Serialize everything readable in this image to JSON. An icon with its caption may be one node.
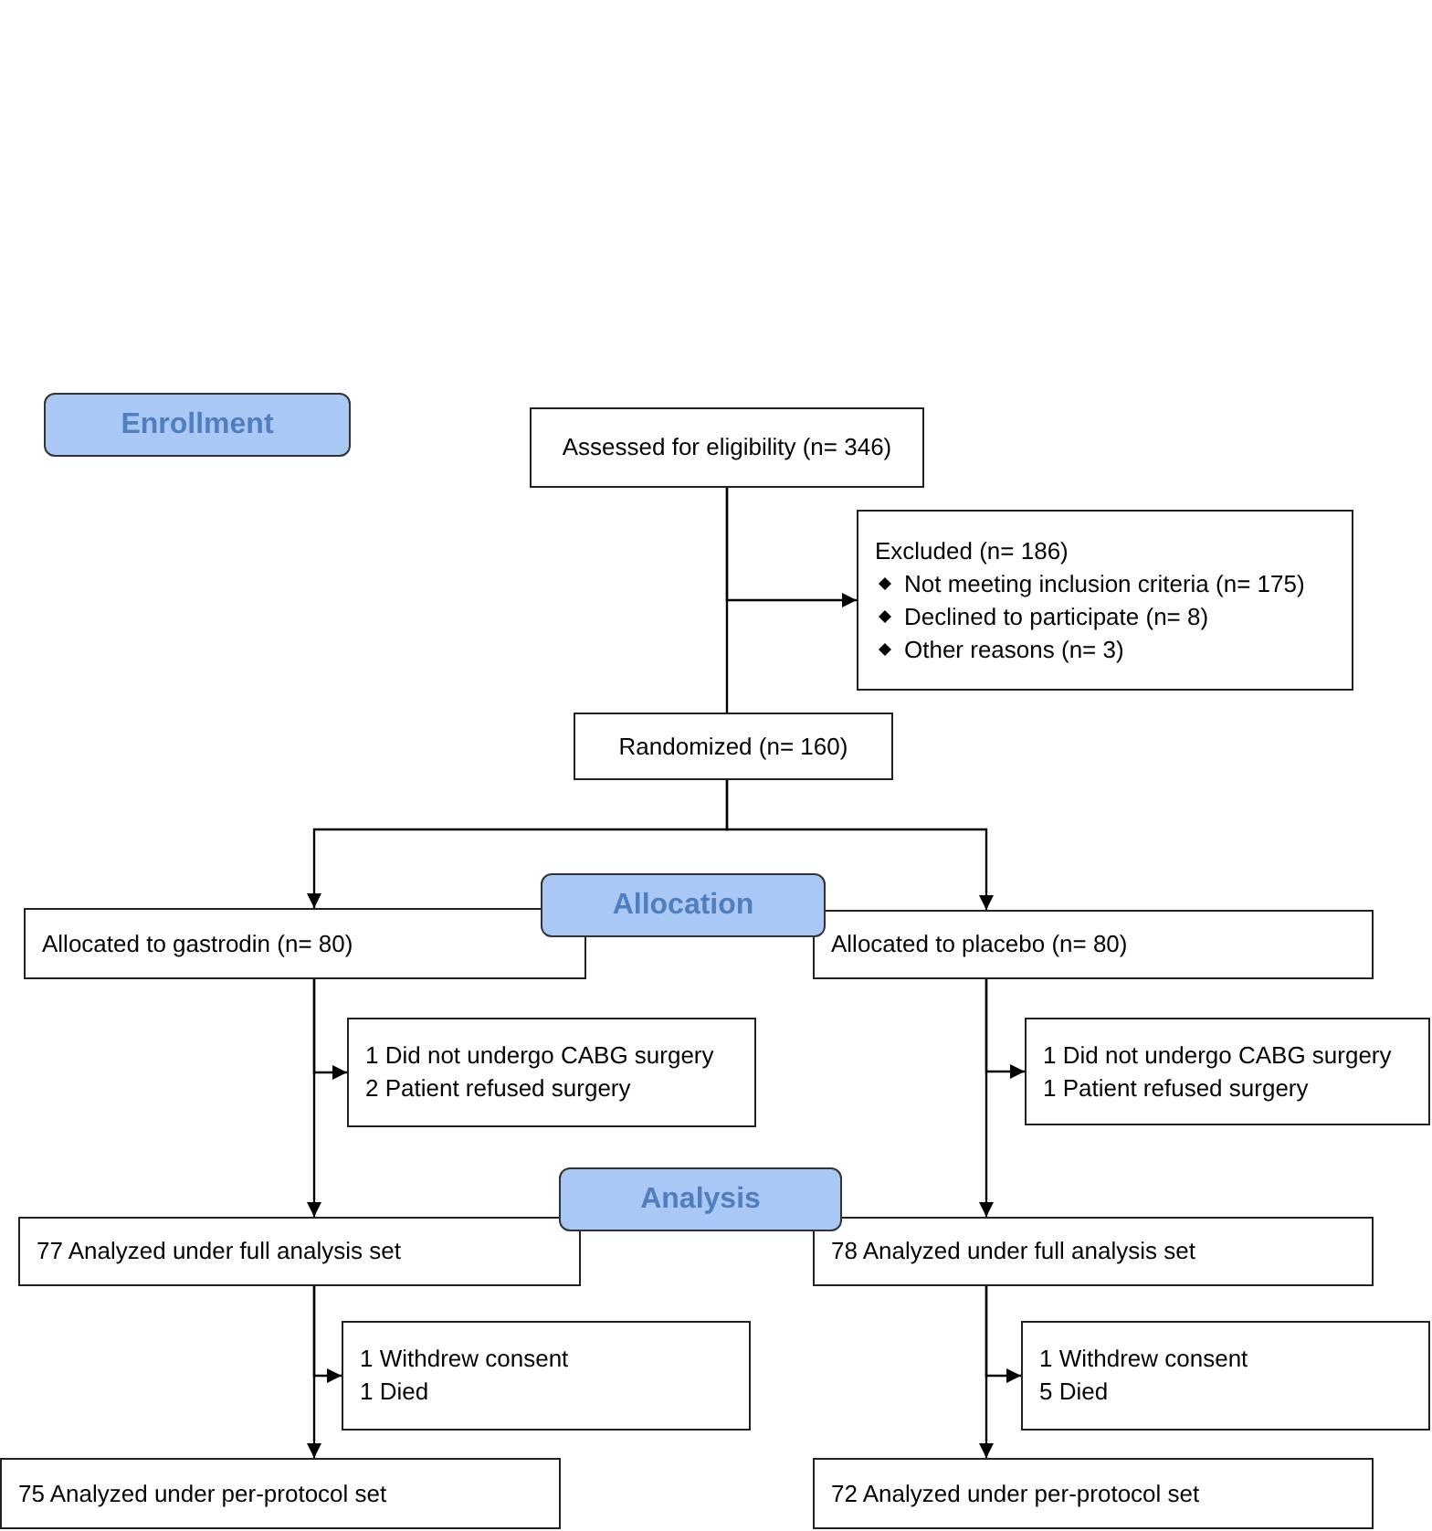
{
  "diagram": {
    "nodes": [
      {
        "text": [
          "Enrollment"
        ]
      },
      {
        "text": [
          "Assessed for eligibility (n= 346)"
        ]
      },
      {
        "text": [
          "Excluded (n= 186)",
          "Not meeting inclusion criteria (n= 175)",
          "Declined to participate (n= 8)",
          "Other reasons (n= 3)"
        ]
      },
      {
        "text": [
          "Randomized (n= 160)"
        ]
      },
      {
        "text": [
          "Allocation"
        ]
      },
      {
        "text": [
          "Allocated to gastrodin (n= 80)"
        ]
      },
      {
        "text": [
          "Allocated to placebo (n= 80)"
        ]
      },
      {
        "text": [
          "1 Did not undergo CABG surgery",
          "2 Patient refused surgery"
        ]
      },
      {
        "text": [
          "1 Did not undergo CABG surgery",
          "1 Patient refused surgery"
        ]
      },
      {
        "text": [
          "Analysis"
        ]
      },
      {
        "text": [
          "77 Analyzed under full analysis set"
        ]
      },
      {
        "text": [
          "78 Analyzed under full analysis set"
        ]
      },
      {
        "text": [
          "1 Withdrew consent",
          "1 Died"
        ]
      },
      {
        "text": [
          "1 Withdrew consent",
          "5 Died"
        ]
      },
      {
        "text": [
          "75 Analyzed under per-protocol set"
        ]
      },
      {
        "text": [
          "72 Analyzed under per-protocol set"
        ]
      }
    ],
    "edges": [
      {
        "from": 1,
        "to": 3,
        "arrow": "none"
      },
      {
        "from": 1,
        "to": 2,
        "arrow": "to"
      },
      {
        "from": 3,
        "to": 5,
        "arrow": "to"
      },
      {
        "from": 3,
        "to": 6,
        "arrow": "to"
      },
      {
        "from": 5,
        "to": 7,
        "arrow": "to"
      },
      {
        "from": 5,
        "to": 10,
        "arrow": "to"
      },
      {
        "from": 6,
        "to": 8,
        "arrow": "to"
      },
      {
        "from": 6,
        "to": 11,
        "arrow": "to"
      },
      {
        "from": 10,
        "to": 12,
        "arrow": "to"
      },
      {
        "from": 10,
        "to": 14,
        "arrow": "to"
      },
      {
        "from": 11,
        "to": 13,
        "arrow": "to"
      },
      {
        "from": 11,
        "to": 15,
        "arrow": "to"
      }
    ]
  }
}
